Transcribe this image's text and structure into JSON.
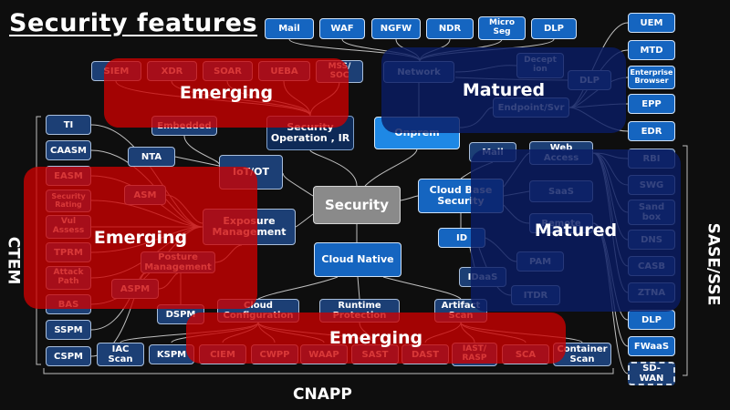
{
  "title": "Security features",
  "labels": {
    "ctem": "CTEM",
    "sase": "SASE/SSE",
    "cnapp": "CNAPP"
  },
  "overlays": {
    "emerging_top": "Emerging",
    "matured_top": "Matured",
    "emerging_left": "Emerging",
    "matured_right": "Matured",
    "emerging_bottom": "Emerging"
  },
  "nodes": {
    "security": "Security",
    "cloud_native": "Cloud Native",
    "mail_top": "Mail",
    "waf": "WAF",
    "ngfw": "NGFW",
    "ndr": "NDR",
    "microseg": "Micro\nSeg",
    "dlp_top": "DLP",
    "uem": "UEM",
    "mtd": "MTD",
    "enterprise_browser": "Enterprise\nBrowser",
    "epp": "EPP",
    "edr": "EDR",
    "siem": "SIEM",
    "xdr": "XDR",
    "soar": "SOAR",
    "ueba": "UEBA",
    "mss_soc": "MSS/\nSOC",
    "network": "Network",
    "deception": "Decept\nion",
    "dlp_mid": "DLP",
    "endpoint_svr": "Endpoint/Svr",
    "onprem": "Onprem",
    "security_operation": "Security\nOperation , IR",
    "embedded": "Embedded",
    "nta": "NTA",
    "iot_ot": "IoT/OT",
    "ti": "TI",
    "caasm": "CAASM",
    "easm": "EASM",
    "security_rating": "Security\nRating",
    "vul_assess": "Vul\nAssess",
    "tprm": "TPRM",
    "attack_path": "Attack\nPath",
    "bas": "BAS",
    "sspm": "SSPM",
    "cspm": "CSPM",
    "asm": "ASM",
    "exposure_management": "Exposure\nManagement",
    "posture_management": "Posture\nManagement",
    "aspm": "ASPM",
    "dspm": "DSPM",
    "cloud_configuration": "Cloud\nConfiguration",
    "runtime_protection": "Runtime\nProtection",
    "artifact_scan": "Artifact\nScan",
    "iac_scan": "IAC\nScan",
    "kspm": "KSPM",
    "ciem": "CIEM",
    "cwpp": "CWPP",
    "waap": "WAAP",
    "sast": "SAST",
    "dast": "DAST",
    "iast_rasp": "IAST/\nRASP",
    "sca": "SCA",
    "container_scan": "Container\nScan",
    "mail_mid": "Mail",
    "web_access": "Web\nAccess",
    "cloud_base_security": "Cloud Base\nSecurity",
    "saas": "SaaS",
    "remote": "Remote",
    "id": "ID",
    "pam": "PAM",
    "idaas": "IDaaS",
    "itdr": "ITDR",
    "rbi": "RBI",
    "swg": "SWG",
    "sandbox": "Sand\nbox",
    "dns": "DNS",
    "casb": "CASB",
    "ztna": "ZTNA",
    "dlp_right": "DLP",
    "fwaas": "FWaaS",
    "sd_wan": "SD-\nWAN"
  },
  "colors": {
    "background": "#0e0e0e",
    "emerging_overlay": "#cd0000",
    "matured_overlay": "#0a1c64",
    "node_blue": "#1565c0",
    "node_navy": "#1c3f75",
    "node_center": "#8a8a8a"
  }
}
